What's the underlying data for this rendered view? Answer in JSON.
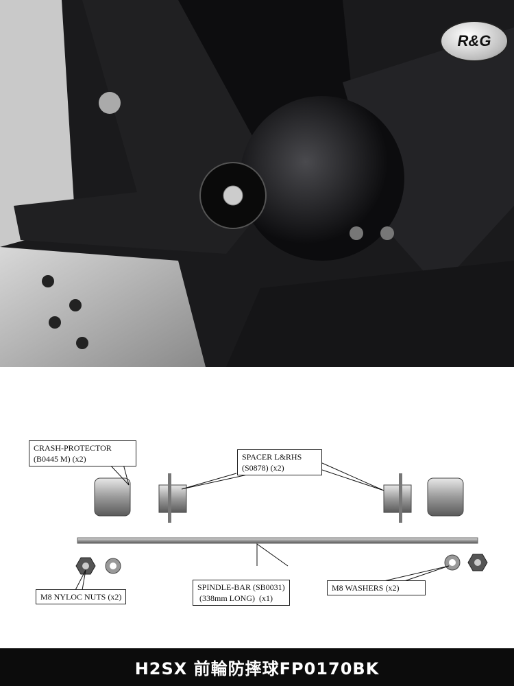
{
  "photo": {
    "logo_text": "R&G"
  },
  "diagram": {
    "labels": {
      "crash_protector": "CRASH-PROTECTOR\n(B0445 M) (x2)",
      "spacer": "SPACER L&RHS\n(S0878) (x2)",
      "nyloc_nuts": "M8 NYLOC NUTS (x2)",
      "spindle_bar": "SPINDLE-BAR (SB0031)\n (338mm LONG)  (x1)",
      "washers": "M8 WASHERS (x2)"
    }
  },
  "banner": {
    "title": "H2SX 前輪防摔球FP0170BK"
  }
}
